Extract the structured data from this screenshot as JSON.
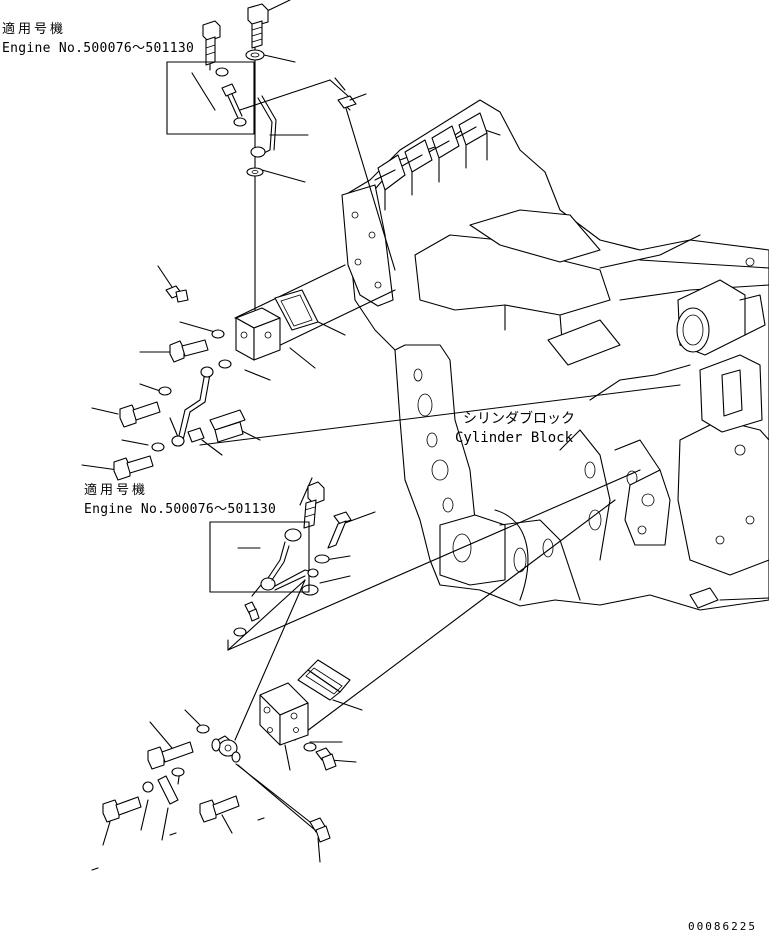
{
  "applicability_top": {
    "jp": "適用号機",
    "engine": "Engine No.500076～501130"
  },
  "applicability_mid": {
    "jp": "適用号機",
    "engine": "Engine No.500076～501130"
  },
  "cylinder_block": {
    "jp": "シリンダブロック",
    "en": "Cylinder Block"
  },
  "drawing_code": "00086225"
}
